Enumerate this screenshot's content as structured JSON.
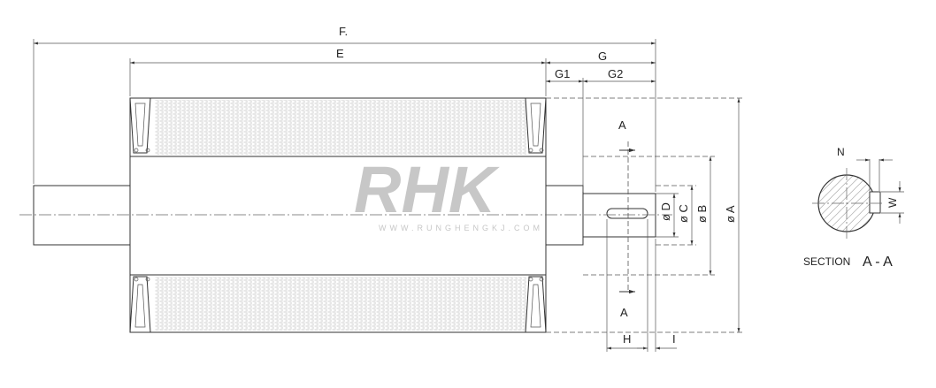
{
  "labels": {
    "F": "F.",
    "E": "E",
    "G": "G",
    "G1": "G1",
    "G2": "G2",
    "A_top": "A",
    "A_bottom": "A",
    "H": "H",
    "I": "I",
    "dia_D": "ø D",
    "dia_C": "ø C",
    "dia_B": "ø B",
    "dia_A": "ø A",
    "N": "N",
    "W": "W"
  },
  "section": {
    "word": "SECTION",
    "name": "A - A"
  },
  "watermark": {
    "brand": "RHK",
    "url": "WWW.RUNGHENGKJ.COM"
  },
  "colors": {
    "line": "#333333",
    "watermark": "#c7c7c7",
    "hatch": "#888888"
  }
}
